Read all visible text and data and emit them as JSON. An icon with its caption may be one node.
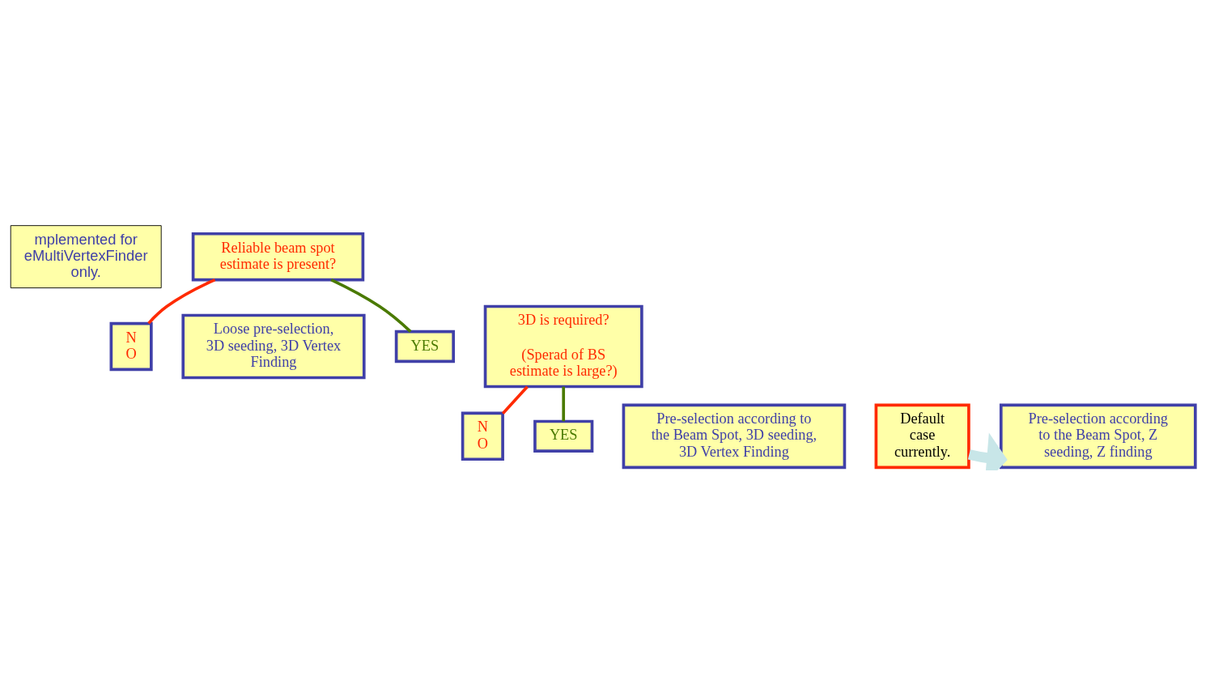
{
  "diagram": {
    "nodes": [
      {
        "text": [
          "mplemented for eMultiVertexFinder only."
        ]
      },
      {
        "text": [
          "Reliable beam spot estimate is present?"
        ]
      },
      {
        "text": [
          "N O"
        ]
      },
      {
        "text": [
          "Loose pre-selection, 3D seeding, 3D Vertex Finding"
        ]
      },
      {
        "text": [
          "YES"
        ]
      },
      {
        "text": [
          "3D is required?",
          "(Sperad of BS estimate is large?)"
        ]
      },
      {
        "text": [
          "N O"
        ]
      },
      {
        "text": [
          "Default case currently."
        ]
      },
      {
        "text": [
          "Pre-selection according to the Beam Spot, Z seeding, Z finding"
        ]
      },
      {
        "text": [
          "YES"
        ]
      },
      {
        "text": [
          "Pre-selection according to the Beam Spot, 3D seeding, 3D Vertex Finding"
        ]
      }
    ],
    "edges": [
      {
        "from": 1,
        "to": 2,
        "arrow": "none",
        "color": "#ff2a00"
      },
      {
        "from": 1,
        "to": 4,
        "arrow": "none",
        "color": "#4a7a00"
      },
      {
        "from": 5,
        "to": 6,
        "arrow": "none",
        "color": "#ff2a00"
      },
      {
        "from": 5,
        "to": 9,
        "arrow": "none",
        "color": "#4a7a00"
      },
      {
        "from": 7,
        "to": 8,
        "arrow": "to",
        "style": "thick",
        "color": "#c8e6e8"
      }
    ]
  }
}
